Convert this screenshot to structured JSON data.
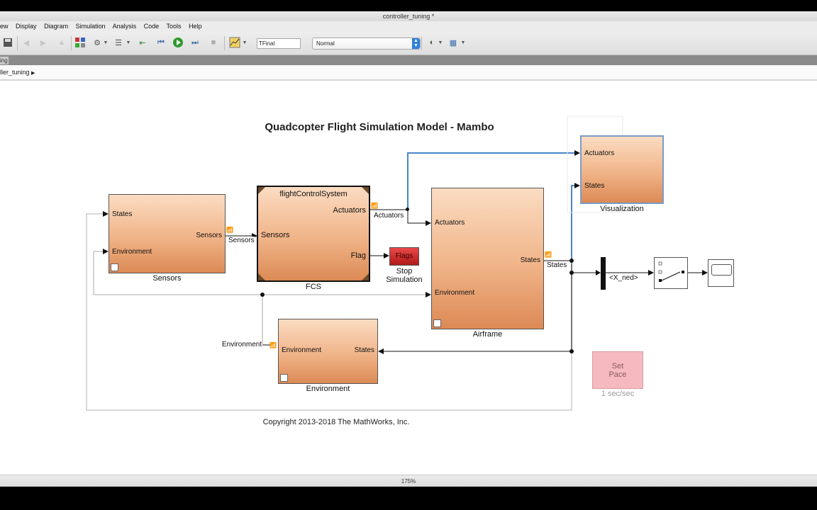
{
  "window": {
    "title": "controller_tuning *"
  },
  "menu": [
    "ew",
    "Display",
    "Diagram",
    "Simulation",
    "Analysis",
    "Code",
    "Tools",
    "Help"
  ],
  "toolbar": {
    "stop_time": "TFinal",
    "sim_mode": "Normal"
  },
  "tab": {
    "label": "ing"
  },
  "breadcrumb": {
    "path": "ller_tuning"
  },
  "diagram": {
    "title": "Quadcopter Flight Simulation Model - Mambo",
    "copyright": "Copyright 2013-2018 The MathWorks, Inc.",
    "sensors": {
      "name": "Sensors",
      "in1": "States",
      "in2": "Environment",
      "out1": "Sensors"
    },
    "fcs": {
      "name": "FCS",
      "inner_title": "flightControlSystem",
      "in1": "Sensors",
      "out1": "Actuators",
      "out2": "Flag"
    },
    "flags": {
      "label": "Flags",
      "name1": "Stop",
      "name2": "Simulation"
    },
    "airframe": {
      "name": "Airframe",
      "in1": "Actuators",
      "in2": "Environment",
      "out1": "States"
    },
    "environment": {
      "name": "Environment",
      "in1": "Environment",
      "out1": "States"
    },
    "visualization": {
      "name": "Visualization",
      "in1": "Actuators",
      "in2": "States"
    },
    "signals": {
      "sensors": "Sensors",
      "actuators": "Actuators",
      "states": "States",
      "environment": "Environment",
      "xned": "<X_ned>"
    },
    "pace": {
      "line1": "Set",
      "line2": "Pace",
      "caption": "1 sec/sec"
    }
  },
  "status": {
    "zoom": "175%"
  }
}
